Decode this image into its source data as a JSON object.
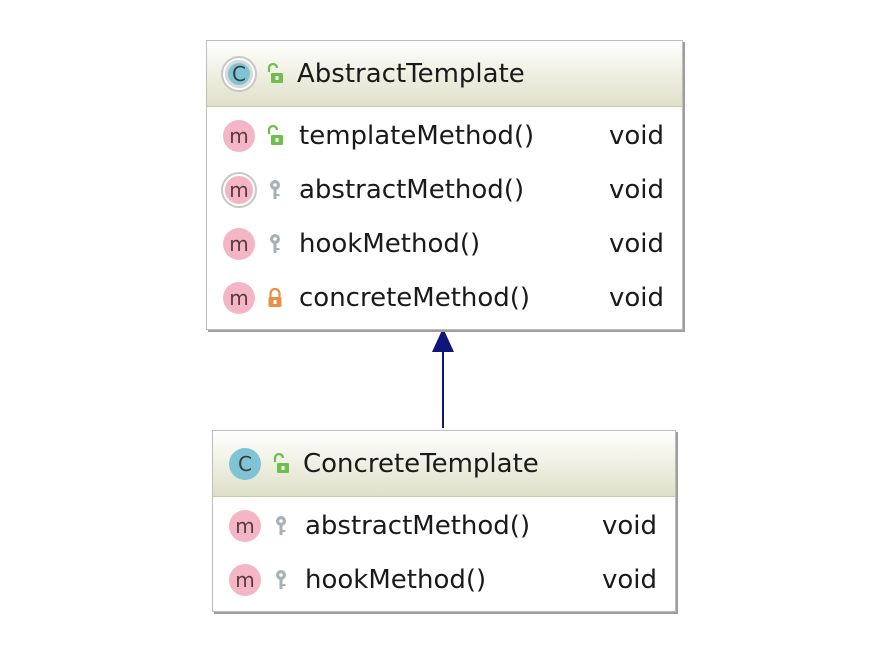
{
  "diagram": {
    "abstract_class": {
      "name": "AbstractTemplate",
      "kind_letter": "C",
      "visibility_icon": "public-open-lock-icon",
      "members": [
        {
          "letter": "m",
          "name": "templateMethod()",
          "type": "void",
          "visibility": "public-open-lock-icon",
          "abstract": false
        },
        {
          "letter": "m",
          "name": "abstractMethod()",
          "type": "void",
          "visibility": "protected-key-icon",
          "abstract": true
        },
        {
          "letter": "m",
          "name": "hookMethod()",
          "type": "void",
          "visibility": "protected-key-icon",
          "abstract": false
        },
        {
          "letter": "m",
          "name": "concreteMethod()",
          "type": "void",
          "visibility": "private-lock-icon",
          "abstract": false
        }
      ]
    },
    "concrete_class": {
      "name": "ConcreteTemplate",
      "kind_letter": "C",
      "visibility_icon": "public-open-lock-icon",
      "members": [
        {
          "letter": "m",
          "name": "abstractMethod()",
          "type": "void",
          "visibility": "protected-key-icon"
        },
        {
          "letter": "m",
          "name": "hookMethod()",
          "type": "void",
          "visibility": "protected-key-icon"
        }
      ]
    },
    "relationship": "inheritance",
    "colors": {
      "class_badge": "#7fc4d4",
      "method_badge": "#f4b6c4",
      "public_icon": "#6cbf4a",
      "protected_icon": "#a9b0b4",
      "private_icon": "#e8904a",
      "arrow": "#10157a"
    }
  }
}
